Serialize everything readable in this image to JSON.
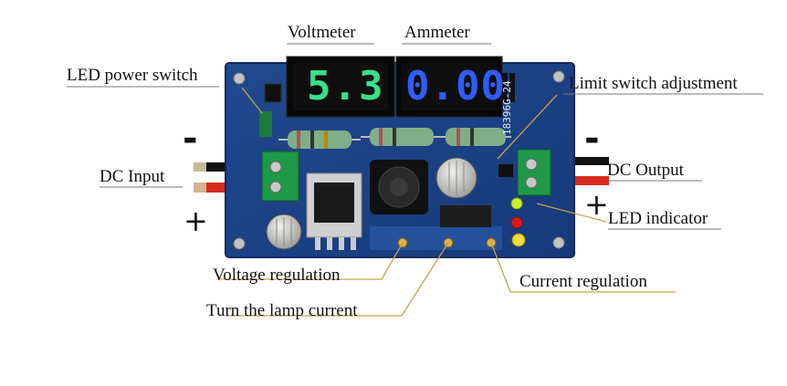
{
  "labels": {
    "voltmeter": "Voltmeter",
    "ammeter": "Ammeter",
    "led_power_switch": "LED power switch",
    "limit_switch_adjustment": "Limit switch adjustment",
    "dc_input": "DC Input",
    "dc_output": "DC Output",
    "led_indicator": "LED indicator",
    "voltage_regulation": "Voltage regulation",
    "turn_lamp_current": "Turn the lamp current",
    "current_regulation": "Current regulation"
  },
  "displays": {
    "voltmeter_value": "5.3",
    "ammeter_value": "0.00"
  },
  "signs": {
    "input_minus": "-",
    "input_plus": "+",
    "output_minus": "-",
    "output_plus": "+"
  },
  "board_text": {
    "model": "18396G-24"
  },
  "colors": {
    "voltmeter_digits": "#39e08a",
    "ammeter_digits": "#2f5dff",
    "pcb": "#1b3f86",
    "leader_lines": "#c9a24a"
  },
  "icons": [
    "inductor-icon",
    "capacitor-icon",
    "resistor-icon",
    "potentiometer-icon",
    "terminal-block-icon",
    "led-icon"
  ]
}
